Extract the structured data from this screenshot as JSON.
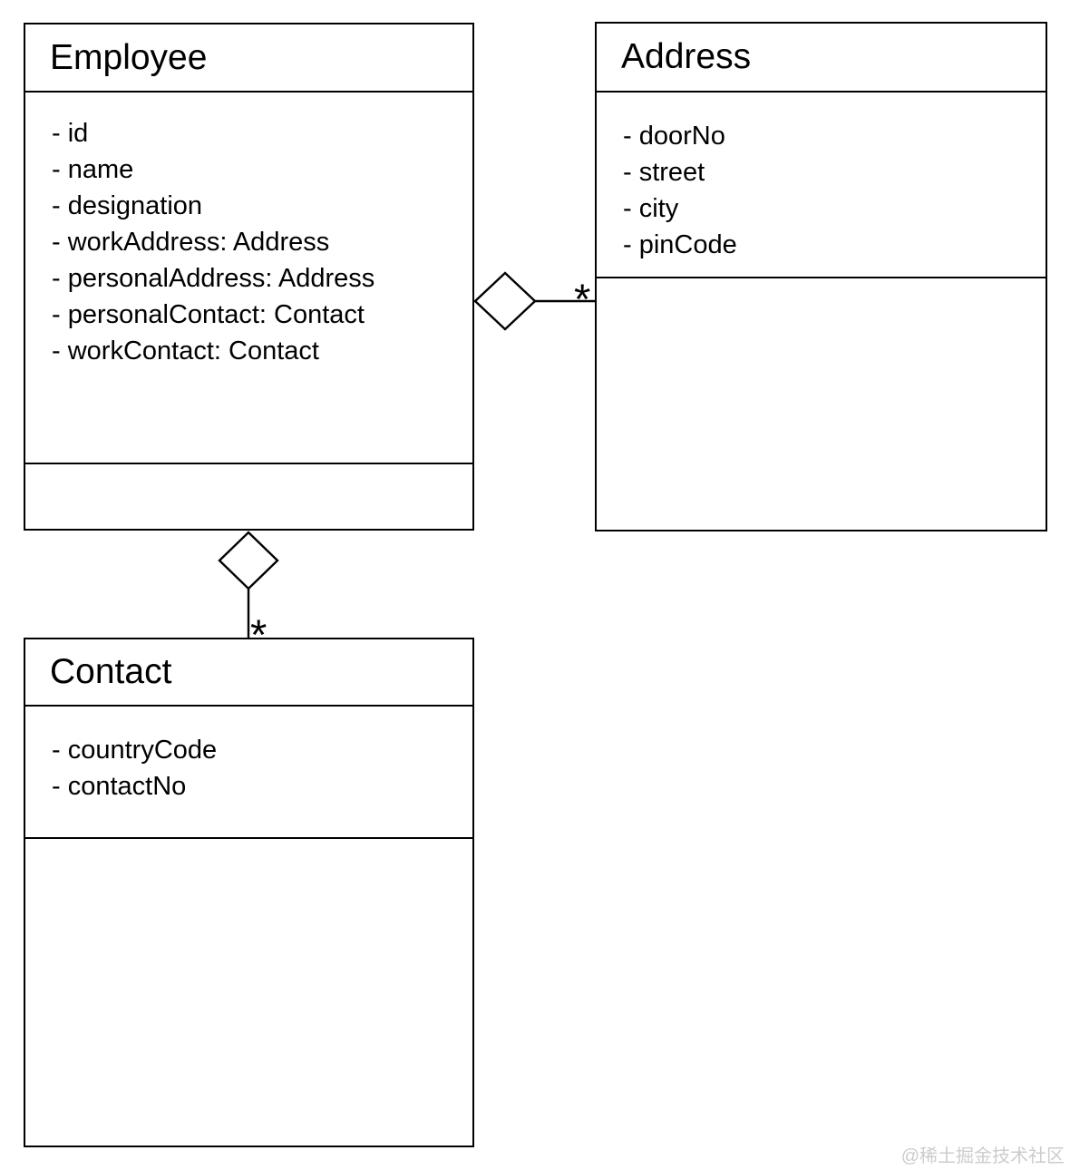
{
  "diagram": {
    "type": "uml-class-diagram",
    "classes": [
      {
        "name": "Employee",
        "attributes": [
          "- id",
          "- name",
          "- designation",
          "- workAddress: Address",
          "- personalAddress: Address",
          "- personalContact: Contact",
          "- workContact: Contact"
        ],
        "methods": []
      },
      {
        "name": "Address",
        "attributes": [
          "- doorNo",
          "- street",
          "- city",
          "- pinCode"
        ],
        "methods": []
      },
      {
        "name": "Contact",
        "attributes": [
          "- countryCode",
          "- contactNo"
        ],
        "methods": []
      }
    ],
    "relationships": [
      {
        "from": "Employee",
        "to": "Address",
        "type": "aggregation",
        "multiplicity": "*"
      },
      {
        "from": "Employee",
        "to": "Contact",
        "type": "aggregation",
        "multiplicity": "*"
      }
    ]
  },
  "watermark": "@稀土掘金技术社区",
  "colors": {
    "line": "#000000",
    "background": "#ffffff",
    "watermark": "#cccccc"
  }
}
